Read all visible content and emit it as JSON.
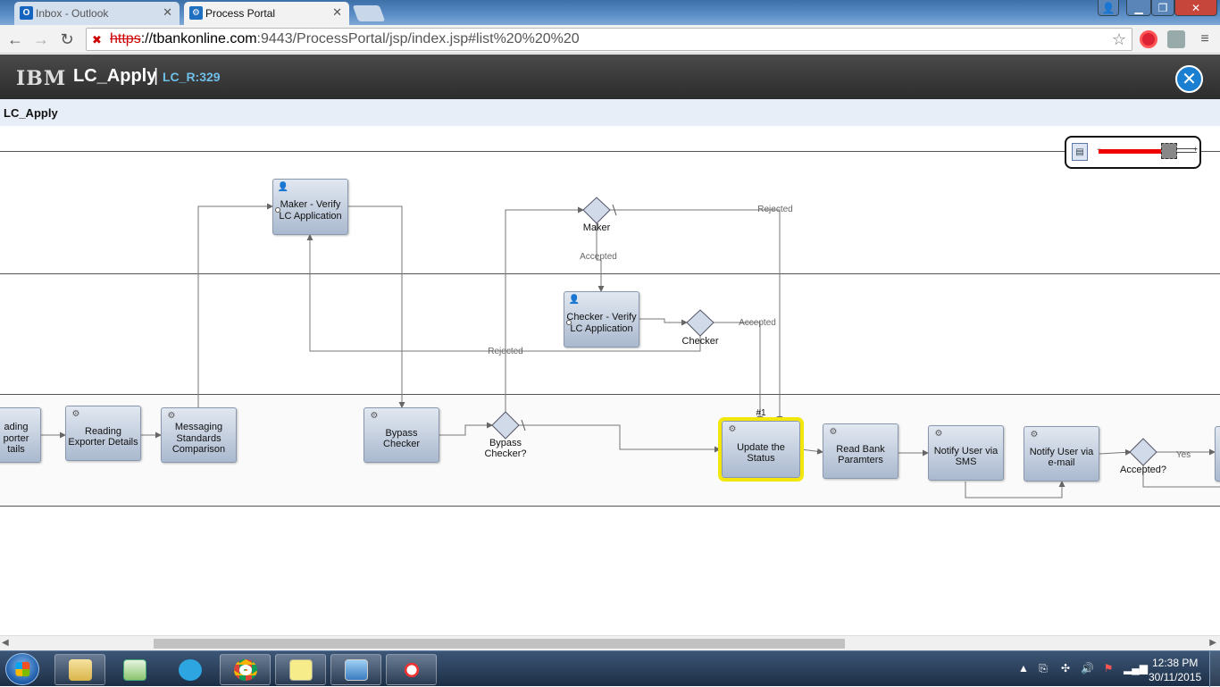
{
  "browser": {
    "tabs": [
      {
        "label": "Inbox - Outlook",
        "icon": "outlook-icon",
        "active": false
      },
      {
        "label": "Process Portal",
        "icon": "process-portal-icon",
        "active": true
      }
    ],
    "url": {
      "scheme": "https",
      "host": "://tbankonline.com",
      "path": ":9443/ProcessPortal/jsp/index.jsp#list%20%20%20"
    }
  },
  "app": {
    "logo": "IBM",
    "process_name": "LC_Apply",
    "separator": "|",
    "instance": "LC_R:329",
    "subheader": "LC_Apply"
  },
  "diagram": {
    "tasks": {
      "reading_importer": "ading porter tails",
      "reading_exporter": "Reading Exporter Details",
      "messaging": "Messaging Standards Comparison",
      "maker_verify": "Maker - Verify LC Application",
      "checker_verify": "Checker - Verify LC Application",
      "bypass_checker": "Bypass Checker",
      "update_status": "Update the Status",
      "read_bank": "Read Bank Paramters",
      "notify_sms": "Notify User via SMS",
      "notify_email": "Notify User via e-mail"
    },
    "gateways": {
      "maker": "Maker",
      "checker": "Checker",
      "bypass": "Bypass Checker?",
      "accepted": "Accepted?"
    },
    "flow_labels": {
      "rejected_top": "Rejected",
      "accepted_maker": "Accepted",
      "accepted_checker": "Accepted",
      "rejected_checker": "Rejected",
      "yes": "Yes",
      "marker": "#1"
    },
    "highlight_color": "#f3e60a"
  },
  "taskbar": {
    "clock_time": "12:38 PM",
    "clock_date": "30/11/2015"
  },
  "colors": {
    "header_bg": "#333333",
    "instance_accent": "#6fbfe8",
    "close_button": "#1b7fd1",
    "zoom_track": "#ee0000"
  }
}
